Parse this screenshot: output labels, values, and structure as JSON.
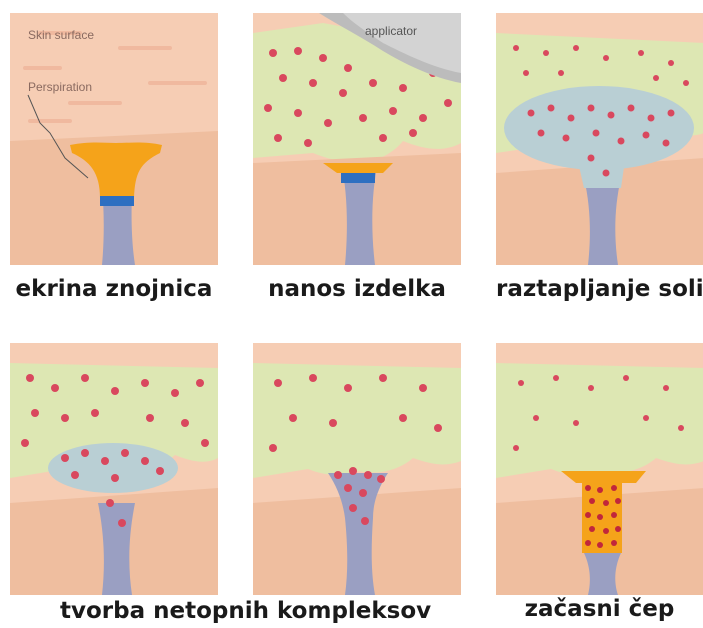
{
  "panels": [
    {
      "id": "p1",
      "caption": "ekrina znojnica",
      "labels": {
        "skin": "Skin surface",
        "perspiration": "Perspiration"
      }
    },
    {
      "id": "p2",
      "caption": "nanos izdelka",
      "labels": {
        "applicator": "applicator"
      }
    },
    {
      "id": "p3",
      "caption": "raztapljanje soli"
    },
    {
      "id": "p4",
      "caption": ""
    },
    {
      "id": "p5",
      "caption": ""
    },
    {
      "id": "p6",
      "caption": "začasni čep"
    }
  ],
  "bottom_caption": "tvorba netopnih kompleksov",
  "colors": {
    "skin_top": "#f6cdb4",
    "skin_stripe": "#efb59b",
    "dermis": "#efbe9f",
    "product": "#dde7b3",
    "orange": "#f5a31a",
    "blue": "#2d6fc1",
    "duct": "#9a9fc2",
    "dot": "#d9485e",
    "pool": "#b9cfd4"
  }
}
